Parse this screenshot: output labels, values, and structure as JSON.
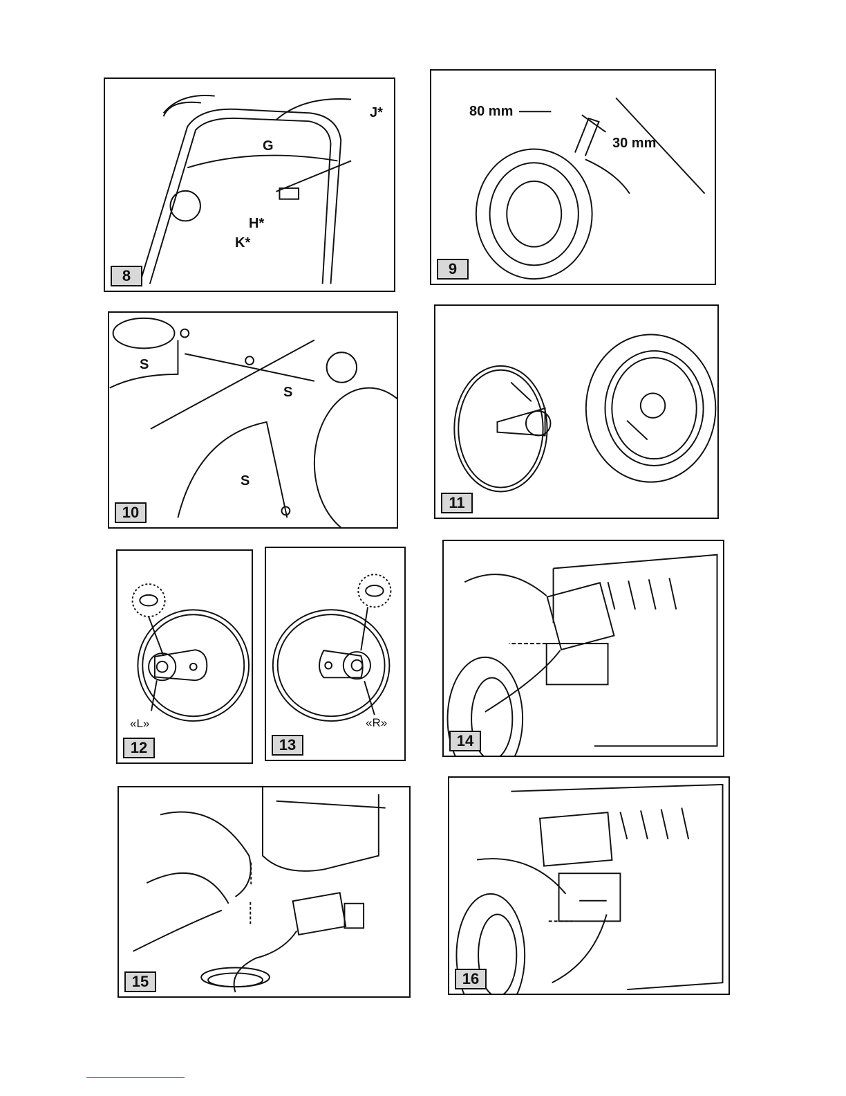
{
  "panels": {
    "p8": {
      "number": "8",
      "labels": {
        "g": "G",
        "j": "J*",
        "h": "H*",
        "k": "K*"
      }
    },
    "p9": {
      "number": "9",
      "labels": {
        "d80": "80 mm",
        "d30": "30 mm"
      }
    },
    "p10": {
      "number": "10",
      "labels": {
        "s1": "S",
        "s2": "S",
        "s3": "S"
      }
    },
    "p11": {
      "number": "11"
    },
    "p12": {
      "number": "12",
      "labels": {
        "side": "«L»"
      }
    },
    "p13": {
      "number": "13",
      "labels": {
        "side": "«R»"
      }
    },
    "p14": {
      "number": "14"
    },
    "p15": {
      "number": "15"
    },
    "p16": {
      "number": "16"
    }
  }
}
